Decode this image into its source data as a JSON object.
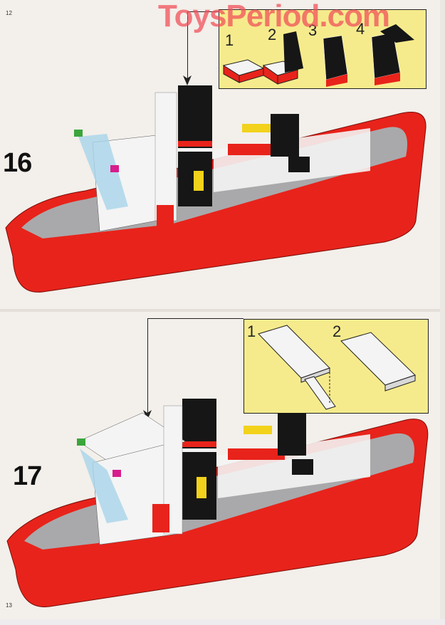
{
  "watermark": "ToysPeriod.com",
  "pages": [
    {
      "page_number": "12",
      "step_number": "16",
      "inset": {
        "substeps": [
          "1",
          "2",
          "3",
          "4"
        ]
      },
      "illustration": "red-fire-boat-assembly-step-16"
    },
    {
      "page_number": "13",
      "step_number": "17",
      "inset": {
        "substeps": [
          "1",
          "2"
        ]
      },
      "illustration": "red-fire-boat-assembly-step-17"
    }
  ],
  "colors": {
    "hull_red": "#e8231b",
    "inset_yellow": "#f6eb8c",
    "deck_gray": "#a9a9ab",
    "brick_black": "#161616",
    "brick_white": "#f4f4f4",
    "accent_yellow": "#f2d21b",
    "accent_green": "#3ba53b",
    "accent_magenta": "#d81d8c",
    "window_blue": "#a8d4ea"
  }
}
